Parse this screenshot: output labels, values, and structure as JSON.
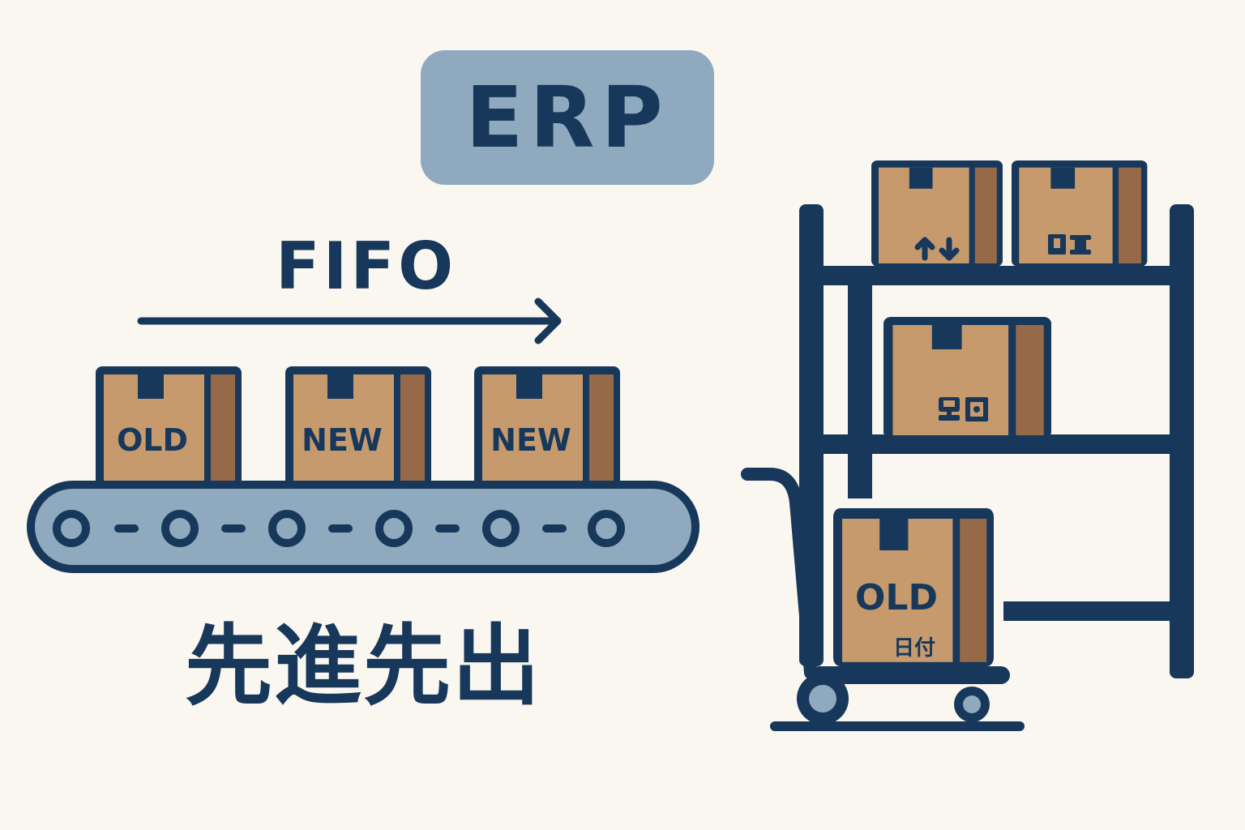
{
  "title": "ERP",
  "flow": {
    "label": "FIFO",
    "direction_arrow": "right-arrow-icon",
    "caption": "先進先出"
  },
  "conveyor": {
    "boxes": [
      {
        "label": "OLD"
      },
      {
        "label": "NEW"
      },
      {
        "label": "NEW"
      }
    ]
  },
  "shelf": {
    "boxes": [
      {
        "icon": "this-side-up-arrows-icon"
      },
      {
        "icon": "fragile-handling-icon"
      },
      {
        "icon": "handling-symbols-icon"
      }
    ]
  },
  "hand_truck": {
    "box_label": "OLD",
    "box_mark": "日付"
  },
  "colors": {
    "background": "#faf6f0",
    "navy": "#17385a",
    "badge": "#8fa9be",
    "box": "#c69a6d",
    "box_side": "#966a48",
    "conveyor": "#8fa9be",
    "wheel": "#8fa9be"
  }
}
